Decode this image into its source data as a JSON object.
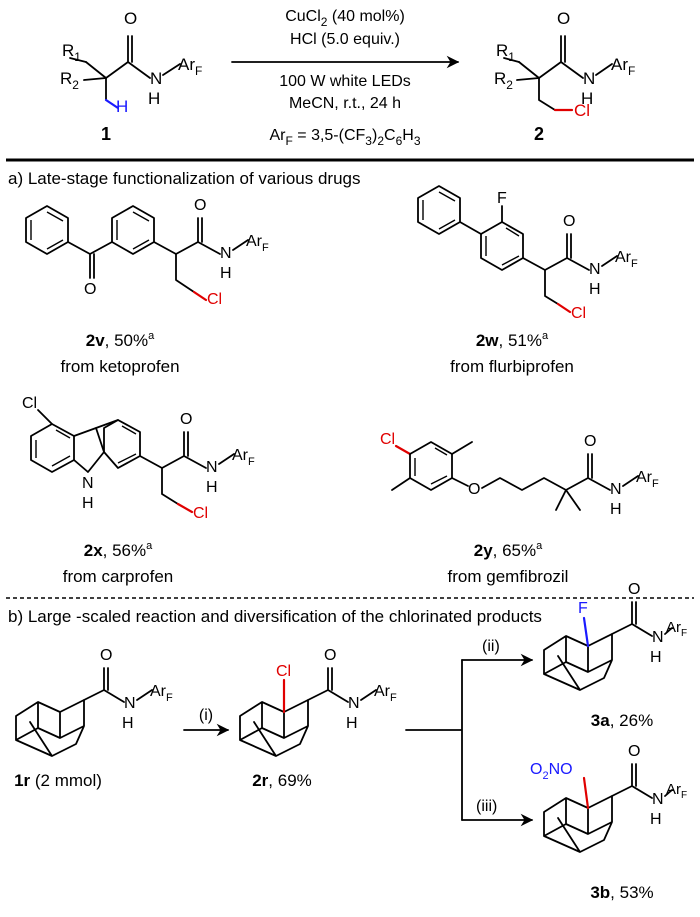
{
  "conditions": {
    "catalyst_base": "CuCl",
    "catalyst_sub": "2",
    "catalyst_tail": " (40 mol%)",
    "acid": "HCl (5.0 equiv.)",
    "light": "100 W white LEDs",
    "solvent": "MeCN, r.t., 24 h",
    "arf_def_parts": [
      "Ar",
      "F",
      " = 3,5-(CF",
      "3",
      ")",
      "2",
      "C",
      "6",
      "H",
      "3"
    ]
  },
  "labels": {
    "O": "O",
    "N": "N",
    "H": "H",
    "Cl": "Cl",
    "F": "F",
    "R1": "R",
    "R1_sub": "1",
    "R2": "R",
    "R2_sub": "2",
    "Ar": "Ar",
    "Ar_sub": "F",
    "O2NO_a": "O",
    "O2NO_b": "2",
    "O2NO_c": "NO"
  },
  "compounds": {
    "start": "1",
    "product": "2",
    "c2v": {
      "id": "2v",
      "yield": ", 50%",
      "note": "a",
      "source": "from ketoprofen"
    },
    "c2w": {
      "id": "2w",
      "yield": ", 51%",
      "note": "a",
      "source": "from flurbiprofen"
    },
    "c2x": {
      "id": "2x",
      "yield": ", 56%",
      "note": "a",
      "source": "from carprofen"
    },
    "c2y": {
      "id": "2y",
      "yield": ", 65%",
      "note": "a",
      "source": "from gemfibrozil"
    },
    "c1r": {
      "id": "1r",
      "tail": " (2 mmol)"
    },
    "c2r": {
      "id": "2r",
      "tail": ", 69%"
    },
    "c3a": {
      "id": "3a",
      "tail": ", 26%"
    },
    "c3b": {
      "id": "3b",
      "tail": ", 53%"
    }
  },
  "sections": {
    "a": "a) Late-stage functionalization of various drugs",
    "b": "b) Large -scaled reaction and diversification of the chlorinated products"
  },
  "steps": {
    "i": "(i)",
    "ii": "(ii)",
    "iii": "(iii)"
  },
  "colors": {
    "highlight_red": "#e00000",
    "highlight_blue": "#1a1aff",
    "ink": "#000000"
  }
}
